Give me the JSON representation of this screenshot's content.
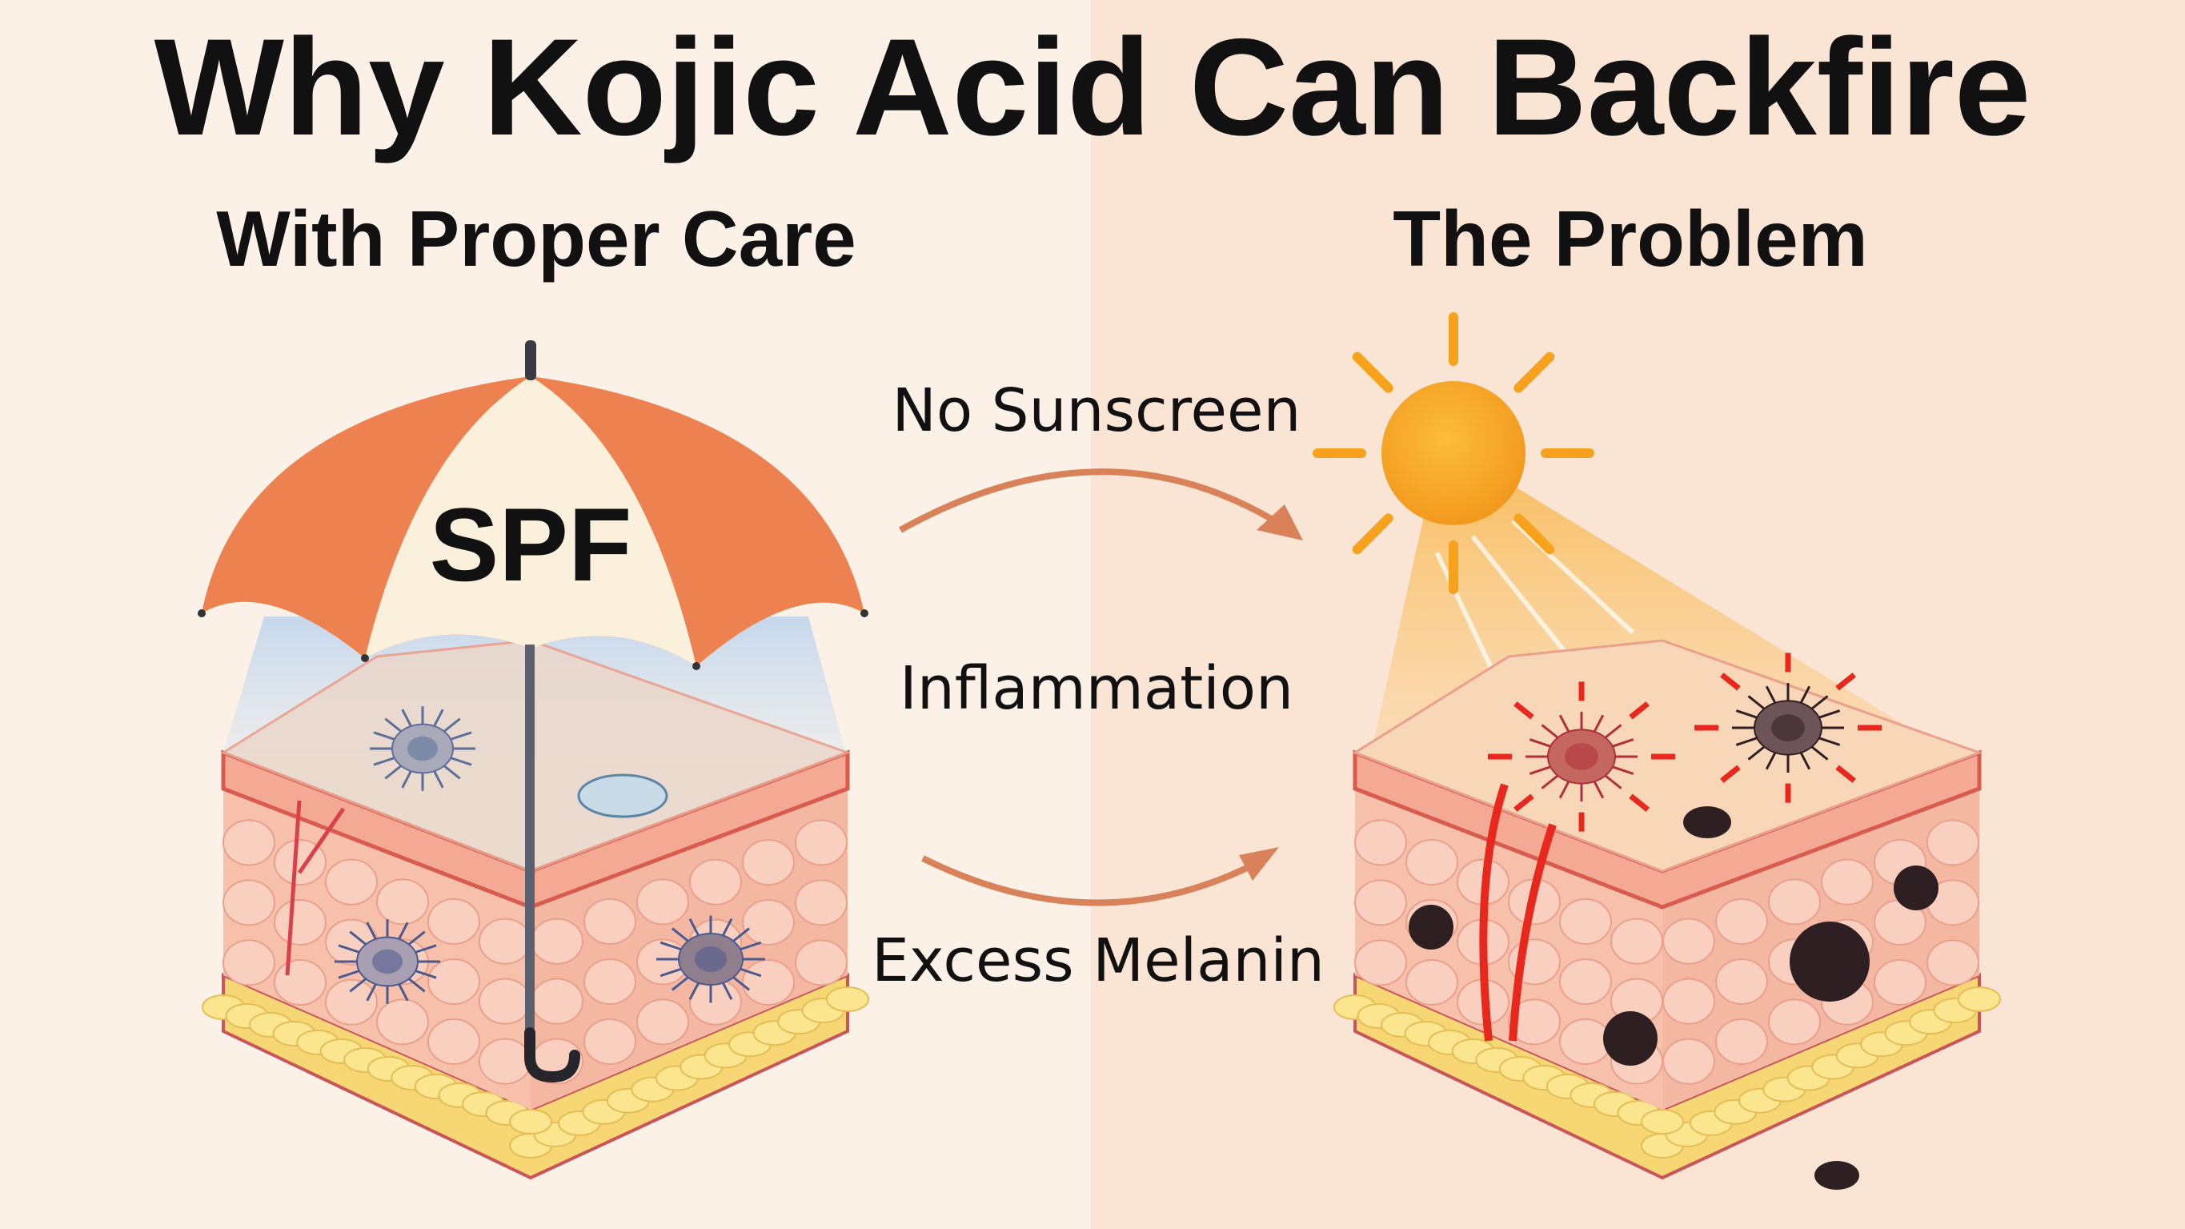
{
  "title": "Why Kojic Acid Can Backfire",
  "left_panel": {
    "heading": "With Proper Care",
    "umbrella_label": "SPF"
  },
  "right_panel": {
    "heading": "The Problem"
  },
  "flow_labels": {
    "top": "No Sunscreen",
    "middle": "Inflammation",
    "bottom": "Excess Melanin"
  },
  "colors": {
    "left_bg": "#fbf1e6",
    "right_bg": "#fae4d4",
    "umbrella_orange": "#ee8150",
    "umbrella_cream": "#fbf0dc",
    "sun": "#f7a21c",
    "arrow": "#d9825a",
    "inflammation_red": "#e8281c",
    "melanin": "#2e1f22"
  }
}
